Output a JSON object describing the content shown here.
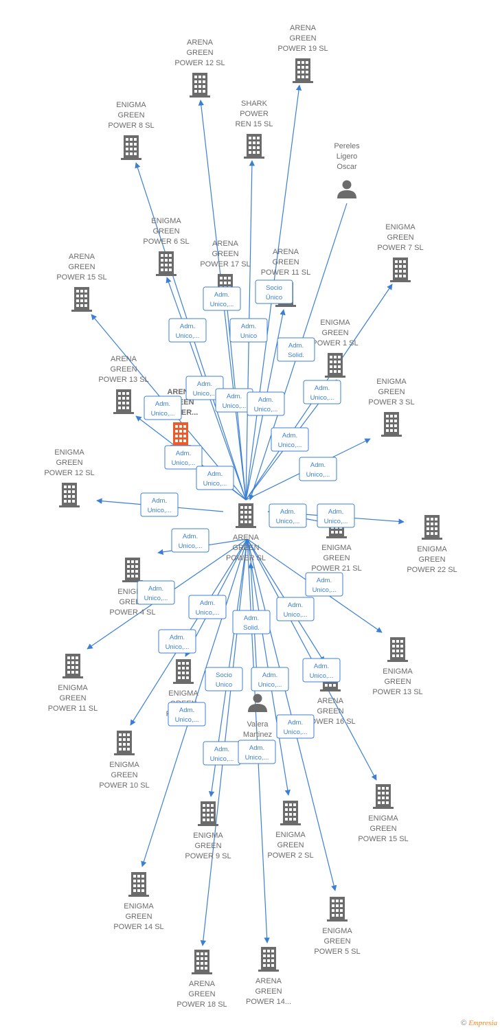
{
  "colors": {
    "edge": "#3b7fd4",
    "node": "#6b6b6b",
    "highlight": "#f05a28"
  },
  "center": {
    "id": "center",
    "label": [
      "ARENA",
      "GREEN",
      "POWER  SL"
    ],
    "icon": "building-icon"
  },
  "nodes": [
    {
      "id": "ag12",
      "label": [
        "ARENA",
        "GREEN",
        "POWER 12  SL"
      ],
      "icon": "building-icon"
    },
    {
      "id": "ag19",
      "label": [
        "ARENA",
        "GREEN",
        "POWER 19  SL"
      ],
      "icon": "building-icon"
    },
    {
      "id": "eg8",
      "label": [
        "ENIGMA",
        "GREEN",
        "POWER 8  SL"
      ],
      "icon": "building-icon"
    },
    {
      "id": "sp15",
      "label": [
        "SHARK",
        "POWER",
        "REN 15  SL"
      ],
      "icon": "building-icon"
    },
    {
      "id": "pereles",
      "label": [
        "Pereles",
        "Ligero",
        "Oscar"
      ],
      "icon": "person-icon"
    },
    {
      "id": "eg6",
      "label": [
        "ENIGMA",
        "GREEN",
        "POWER 6  SL"
      ],
      "icon": "building-icon"
    },
    {
      "id": "eg7",
      "label": [
        "ENIGMA",
        "GREEN",
        "POWER 7  SL"
      ],
      "icon": "building-icon"
    },
    {
      "id": "ag17",
      "label": [
        "ARENA",
        "GREEN",
        "POWER 17  SL"
      ],
      "icon": "building-icon"
    },
    {
      "id": "ag11",
      "label": [
        "ARENA",
        "GREEN",
        "POWER 11  SL"
      ],
      "icon": "building-icon"
    },
    {
      "id": "ag15",
      "label": [
        "ARENA",
        "GREEN",
        "POWER 15  SL"
      ],
      "icon": "building-icon"
    },
    {
      "id": "eg1",
      "label": [
        "ENIGMA",
        "GREEN",
        "POWER 1  SL"
      ],
      "icon": "building-icon"
    },
    {
      "id": "ag13",
      "label": [
        "ARENA",
        "GREEN",
        "POWER 13  SL"
      ],
      "icon": "building-icon"
    },
    {
      "id": "eg3",
      "label": [
        "ENIGMA",
        "GREEN",
        "POWER 3  SL"
      ],
      "icon": "building-icon"
    },
    {
      "id": "hl",
      "label": [
        "ARENA",
        "GREEN",
        "POWER..."
      ],
      "icon": "building-icon",
      "highlight": true
    },
    {
      "id": "eg12",
      "label": [
        "ENIGMA",
        "GREEN",
        "POWER 12  SL"
      ],
      "icon": "building-icon"
    },
    {
      "id": "eg21",
      "label": [
        "ENIGMA",
        "GREEN",
        "POWER 21  SL"
      ],
      "icon": "building-icon"
    },
    {
      "id": "eg22",
      "label": [
        "ENIGMA",
        "GREEN",
        "POWER 22  SL"
      ],
      "icon": "building-icon"
    },
    {
      "id": "eg4",
      "label": [
        "ENIGMA",
        "GREEN",
        "POWER 4  SL"
      ],
      "icon": "building-icon"
    },
    {
      "id": "eg13",
      "label": [
        "ENIGMA",
        "GREEN",
        "POWER 13  SL"
      ],
      "icon": "building-icon"
    },
    {
      "id": "eg11",
      "label": [
        "ENIGMA",
        "GREEN",
        "POWER 11  SL"
      ],
      "icon": "building-icon"
    },
    {
      "id": "egx",
      "label": [
        "ENIGMA",
        "GREEN",
        "POWER..."
      ],
      "icon": "building-icon"
    },
    {
      "id": "ag16",
      "label": [
        "ARENA",
        "GREEN",
        "POWER 16  SL"
      ],
      "icon": "building-icon"
    },
    {
      "id": "valera",
      "label": [
        "Valera",
        "Martinez",
        "Pablo"
      ],
      "icon": "person-icon"
    },
    {
      "id": "eg10",
      "label": [
        "ENIGMA",
        "GREEN",
        "POWER 10  SL"
      ],
      "icon": "building-icon"
    },
    {
      "id": "eg15",
      "label": [
        "ENIGMA",
        "GREEN",
        "POWER 15  SL"
      ],
      "icon": "building-icon"
    },
    {
      "id": "eg9",
      "label": [
        "ENIGMA",
        "GREEN",
        "POWER 9  SL"
      ],
      "icon": "building-icon"
    },
    {
      "id": "eg2",
      "label": [
        "ENIGMA",
        "GREEN",
        "POWER 2  SL"
      ],
      "icon": "building-icon"
    },
    {
      "id": "eg14",
      "label": [
        "ENIGMA",
        "GREEN",
        "POWER 14  SL"
      ],
      "icon": "building-icon"
    },
    {
      "id": "eg5",
      "label": [
        "ENIGMA",
        "GREEN",
        "POWER 5  SL"
      ],
      "icon": "building-icon"
    },
    {
      "id": "ag18",
      "label": [
        "ARENA",
        "GREEN",
        "POWER 18  SL"
      ],
      "icon": "building-icon"
    },
    {
      "id": "ag14",
      "label": [
        "ARENA",
        "GREEN",
        "POWER 14..."
      ],
      "icon": "building-icon"
    }
  ],
  "edges": [
    {
      "from": "center",
      "to": "ag12",
      "role": [
        "Adm.",
        "Unico,..."
      ]
    },
    {
      "from": "center",
      "to": "ag19",
      "role": [
        "Adm.",
        "Unico"
      ]
    },
    {
      "from": "center",
      "to": "eg8",
      "role": [
        "Adm.",
        "Unico,..."
      ]
    },
    {
      "from": "center",
      "to": "sp15",
      "role": [
        "Adm.",
        "Unico,..."
      ]
    },
    {
      "from": "pereles",
      "to": "center",
      "role": [
        "Adm.",
        "Solid."
      ]
    },
    {
      "from": "center",
      "to": "eg6",
      "role": [
        "Adm.",
        "Unico,..."
      ]
    },
    {
      "from": "center",
      "to": "eg7",
      "role": [
        "Adm.",
        "Unico,..."
      ]
    },
    {
      "from": "center",
      "to": "ag17",
      "role": [
        "Adm.",
        "Unico,..."
      ]
    },
    {
      "from": "center",
      "to": "ag11",
      "role": [
        "Socio",
        "Único"
      ]
    },
    {
      "from": "center",
      "to": "ag15",
      "role": [
        "Adm.",
        "Unico,..."
      ]
    },
    {
      "from": "center",
      "to": "eg1",
      "role": [
        "Adm.",
        "Unico,..."
      ]
    },
    {
      "from": "center",
      "to": "ag13",
      "role": [
        "Adm.",
        "Unico,..."
      ]
    },
    {
      "from": "center",
      "to": "eg3",
      "role": [
        "Adm.",
        "Unico,..."
      ]
    },
    {
      "from": "center",
      "to": "hl",
      "role": [
        "Adm.",
        "Unico,..."
      ]
    },
    {
      "from": "center",
      "to": "eg12",
      "role": [
        "Adm.",
        "Unico,..."
      ]
    },
    {
      "from": "center",
      "to": "eg21",
      "role": [
        "Adm.",
        "Unico,..."
      ]
    },
    {
      "from": "center",
      "to": "eg22",
      "role": [
        "Adm.",
        "Unico,..."
      ]
    },
    {
      "from": "center",
      "to": "eg4",
      "role": [
        "Adm.",
        "Unico,..."
      ]
    },
    {
      "from": "center",
      "to": "eg13",
      "role": [
        "Adm.",
        "Unico,..."
      ]
    },
    {
      "from": "center",
      "to": "eg11",
      "role": [
        "Adm.",
        "Unico,..."
      ]
    },
    {
      "from": "center",
      "to": "egx",
      "role": [
        "Adm.",
        "Unico,..."
      ]
    },
    {
      "from": "center",
      "to": "ag16",
      "role": [
        "Adm.",
        "Unico,..."
      ]
    },
    {
      "from": "valera",
      "to": "center",
      "role": [
        "Adm.",
        "Solid."
      ]
    },
    {
      "from": "center",
      "to": "eg10",
      "role": [
        "Adm.",
        "Unico,..."
      ]
    },
    {
      "from": "center",
      "to": "eg15",
      "role": [
        "Adm.",
        "Unico,..."
      ]
    },
    {
      "from": "center",
      "to": "eg9",
      "role": [
        "Socio",
        "Unico"
      ]
    },
    {
      "from": "center",
      "to": "eg2",
      "role": [
        "Adm.",
        "Unico,..."
      ]
    },
    {
      "from": "center",
      "to": "eg14",
      "role": [
        "Adm.",
        "Unico,..."
      ]
    },
    {
      "from": "center",
      "to": "eg5",
      "role": [
        "Adm.",
        "Unico,..."
      ]
    },
    {
      "from": "center",
      "to": "ag18",
      "role": [
        "Adm.",
        "Unico,..."
      ]
    },
    {
      "from": "center",
      "to": "ag14",
      "role": [
        "Adm.",
        "Unico,..."
      ]
    }
  ],
  "footer": {
    "copyright": "©",
    "brand": "Empresia"
  }
}
